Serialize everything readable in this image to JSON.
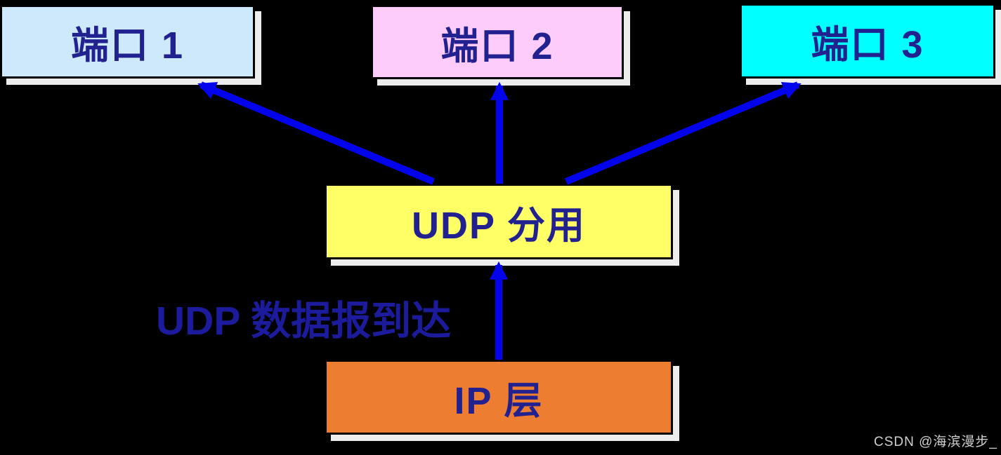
{
  "diagram": {
    "type": "flow-diagram",
    "topic": "UDP demultiplexing",
    "background_color": "#000000",
    "nodes": [
      {
        "id": "port1",
        "label": "端口 1",
        "fill": "#cde9fb",
        "text_color": "#21218f",
        "border_color": "#000000",
        "shadow_color": "#ededed"
      },
      {
        "id": "port2",
        "label": "端口 2",
        "fill": "#fdccfa",
        "text_color": "#21218f",
        "border_color": "#000000",
        "shadow_color": "#ededed"
      },
      {
        "id": "port3",
        "label": "端口 3",
        "fill": "#00ffff",
        "text_color": "#21218f",
        "border_color": "#000000",
        "shadow_color": "#ededed"
      },
      {
        "id": "udp",
        "label": "UDP 分用",
        "fill": "#ffff66",
        "text_color": "#21218f",
        "border_color": "#000000",
        "shadow_color": "#ededed"
      },
      {
        "id": "ip",
        "label": "IP 层",
        "fill": "#ed7d31",
        "text_color": "#21218f",
        "border_color": "#000000",
        "shadow_color": "#ededed"
      }
    ],
    "arrows": [
      {
        "from": "udp",
        "to": "port1",
        "color": "#0404ec"
      },
      {
        "from": "udp",
        "to": "port2",
        "color": "#0404ec"
      },
      {
        "from": "udp",
        "to": "port3",
        "color": "#0404ec"
      },
      {
        "from": "ip",
        "to": "udp",
        "color": "#0404ec"
      }
    ],
    "annotation": {
      "text": "UDP 数据报到达",
      "color": "#1b1b9b"
    }
  },
  "watermark": {
    "text": "CSDN @海滨漫步_",
    "color": "#d0d0d0"
  }
}
